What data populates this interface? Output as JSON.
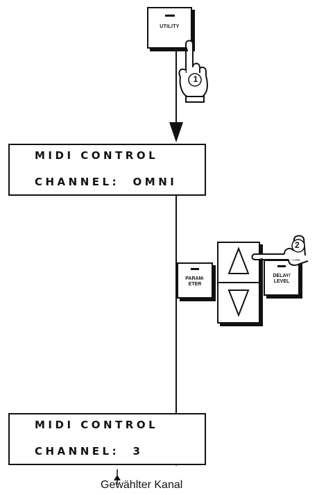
{
  "utility_key": {
    "label": "UTILITY",
    "step": "1"
  },
  "display_before": {
    "line1": "MIDI CONTROL",
    "line2": "CHANNEL:  OMNI"
  },
  "display_after": {
    "line1": "MIDI CONTROL",
    "line2": "CHANNEL:  3"
  },
  "keypad": {
    "left_key_label": "PARAM-\nETER",
    "right_key_label": "DELAY/\nLEVEL",
    "step": "2"
  },
  "caption": "Gewählter Kanal",
  "colors": {
    "ink": "#111111",
    "paper": "#ffffff"
  }
}
